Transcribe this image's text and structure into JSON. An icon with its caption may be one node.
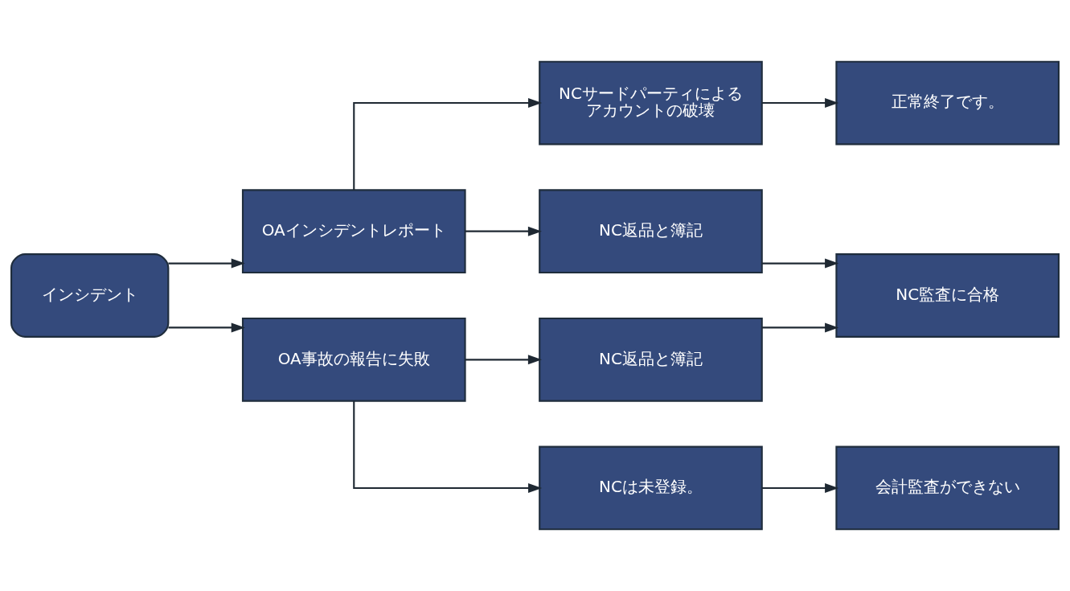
{
  "diagram": {
    "nodes": [
      {
        "text": [
          "インシデント"
        ]
      },
      {
        "text": [
          "OAインシデントレポート"
        ]
      },
      {
        "text": [
          "OA事故の報告に失敗"
        ]
      },
      {
        "text": [
          "NCサードパーティによるアカウントの破壊"
        ]
      },
      {
        "text": [
          "NC返品と簿記"
        ]
      },
      {
        "text": [
          "NC返品と簿記"
        ]
      },
      {
        "text": [
          "NCは未登録。"
        ]
      },
      {
        "text": [
          "正常終了です。"
        ]
      },
      {
        "text": [
          "NC監査に合格"
        ]
      },
      {
        "text": [
          "会計監査ができない"
        ]
      }
    ],
    "edges": [
      {
        "from": 0,
        "to": 1,
        "arrow": "to"
      },
      {
        "from": 0,
        "to": 2,
        "arrow": "to"
      },
      {
        "from": 1,
        "to": 3,
        "arrow": "to"
      },
      {
        "from": 1,
        "to": 4,
        "arrow": "to"
      },
      {
        "from": 2,
        "to": 5,
        "arrow": "to"
      },
      {
        "from": 2,
        "to": 6,
        "arrow": "to"
      },
      {
        "from": 3,
        "to": 7,
        "arrow": "to"
      },
      {
        "from": 4,
        "to": 8,
        "arrow": "to"
      },
      {
        "from": 5,
        "to": 8,
        "arrow": "to"
      },
      {
        "from": 6,
        "to": 9,
        "arrow": "to"
      }
    ]
  }
}
